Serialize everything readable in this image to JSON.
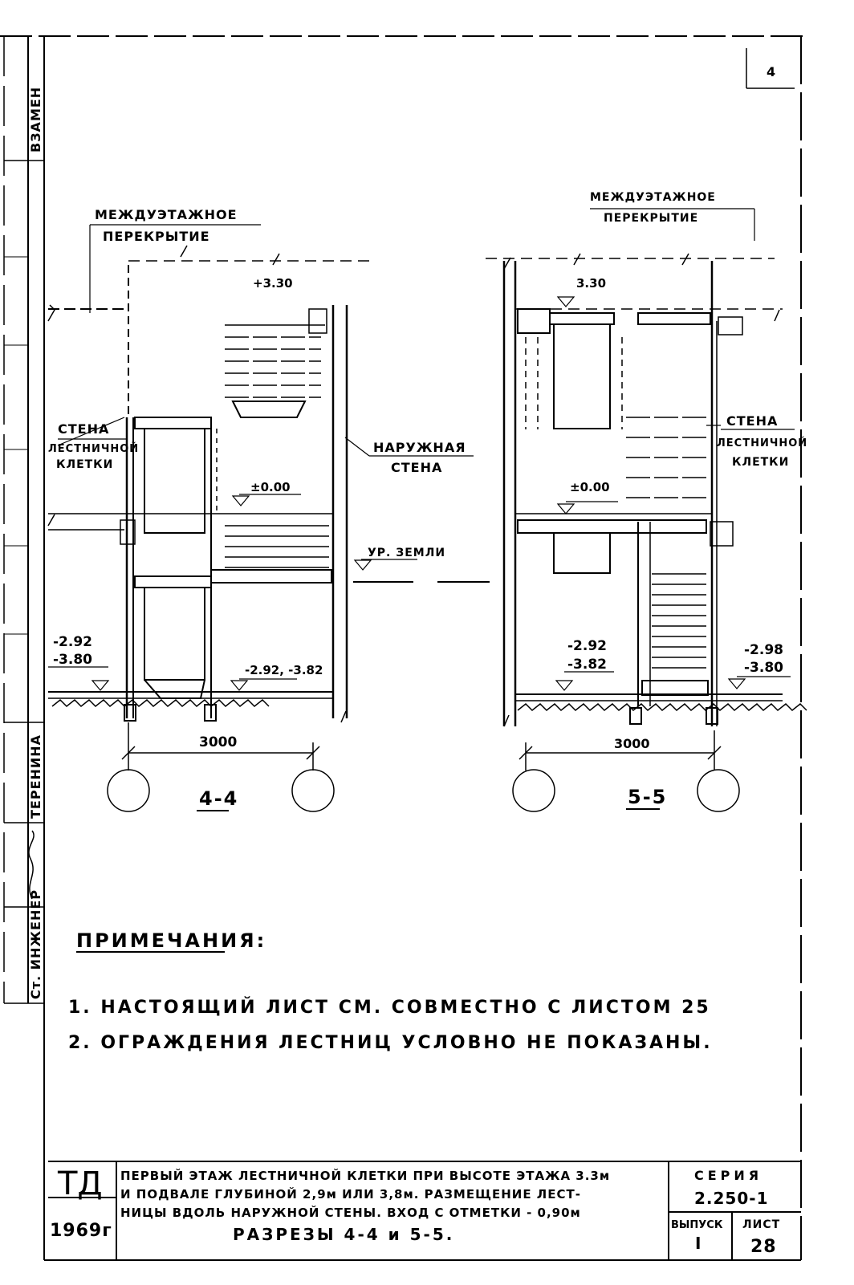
{
  "sheet": {
    "corner_mark": "4",
    "side_stamp": {
      "vzamen": "ВЗАМЕН",
      "surname": "ТЕРЕНИНА",
      "role": "Ст. ИНЖЕНЕР"
    }
  },
  "section_4_4": {
    "label_floor": [
      "МЕЖДУЭТАЖНОЕ",
      "ПЕРЕКРЫТИЕ"
    ],
    "label_stair_wall": [
      "СТЕНА",
      "ЛЕСТНИЧНОЙ",
      "КЛЕТКИ"
    ],
    "label_outer_wall": [
      "НАРУЖНАЯ",
      "СТЕНА"
    ],
    "label_ground": "УР. ЗЕМЛИ",
    "level_top": "+3.30",
    "level_zero": "±0.00",
    "level_left_1": "-2.92",
    "level_left_2": "-3.80",
    "level_inner": "-2.92, -3.82",
    "span": "3000",
    "title": "4-4"
  },
  "section_5_5": {
    "label_floor": [
      "МЕЖДУЭТАЖНОЕ",
      "ПЕРЕКРЫТИЕ"
    ],
    "label_stair_wall": [
      "СТЕНА",
      "ЛЕСТНИЧНОЙ",
      "КЛЕТКИ"
    ],
    "level_top": "3.30",
    "level_zero": "±0.00",
    "level_mid_1": "-2.92",
    "level_mid_2": "-3.82",
    "level_right_1": "-2.98",
    "level_right_2": "-3.80",
    "span": "3000",
    "title": "5-5"
  },
  "notes": {
    "heading": "ПРИМЕЧАНИЯ:",
    "items": [
      "1. НАСТОЯЩИЙ ЛИСТ СМ. СОВМЕСТНО С ЛИСТОМ 25",
      "2. ОГРАЖДЕНИЯ ЛЕСТНИЦ УСЛОВНО НЕ ПОКАЗАНЫ."
    ]
  },
  "title_block": {
    "org": "ТД",
    "year": "1969г",
    "description": [
      "ПЕРВЫЙ ЭТАЖ ЛЕСТНИЧНОЙ КЛЕТКИ ПРИ ВЫСОТЕ ЭТАЖА 3.3м",
      "И ПОДВАЛЕ ГЛУБИНОЙ 2,9м ИЛИ 3,8м. РАЗМЕЩЕНИЕ ЛЕСТ-",
      "НИЦЫ ВДОЛЬ НАРУЖНОЙ СТЕНЫ. ВХОД С ОТМЕТКИ - 0,90м"
    ],
    "subtitle": "РАЗРЕЗЫ 4-4 и 5-5.",
    "series_label": "СЕРИЯ",
    "series_value": "2.250-1",
    "issue_label": "ВЫПУСК",
    "issue_value": "I",
    "sheet_label": "ЛИСТ",
    "sheet_value": "28"
  }
}
